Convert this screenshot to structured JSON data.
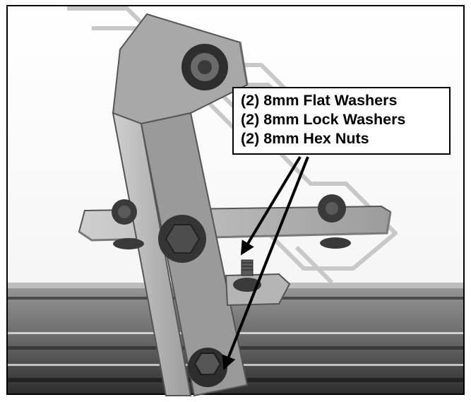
{
  "callout": {
    "lines": [
      "(2) 8mm Flat Washers",
      "(2) 8mm Lock Washers",
      "(2) 8mm Hex Nuts"
    ]
  },
  "colors": {
    "border": "#000000",
    "metal_light": "#b9b9b9",
    "metal_mid": "#8f8f8f",
    "metal_dark": "#3a3a3a",
    "rail": "#6e6e6e",
    "arrow": "#000000"
  },
  "icons": {
    "arrows": "arrow",
    "hardware": "hex-nut-icon"
  }
}
